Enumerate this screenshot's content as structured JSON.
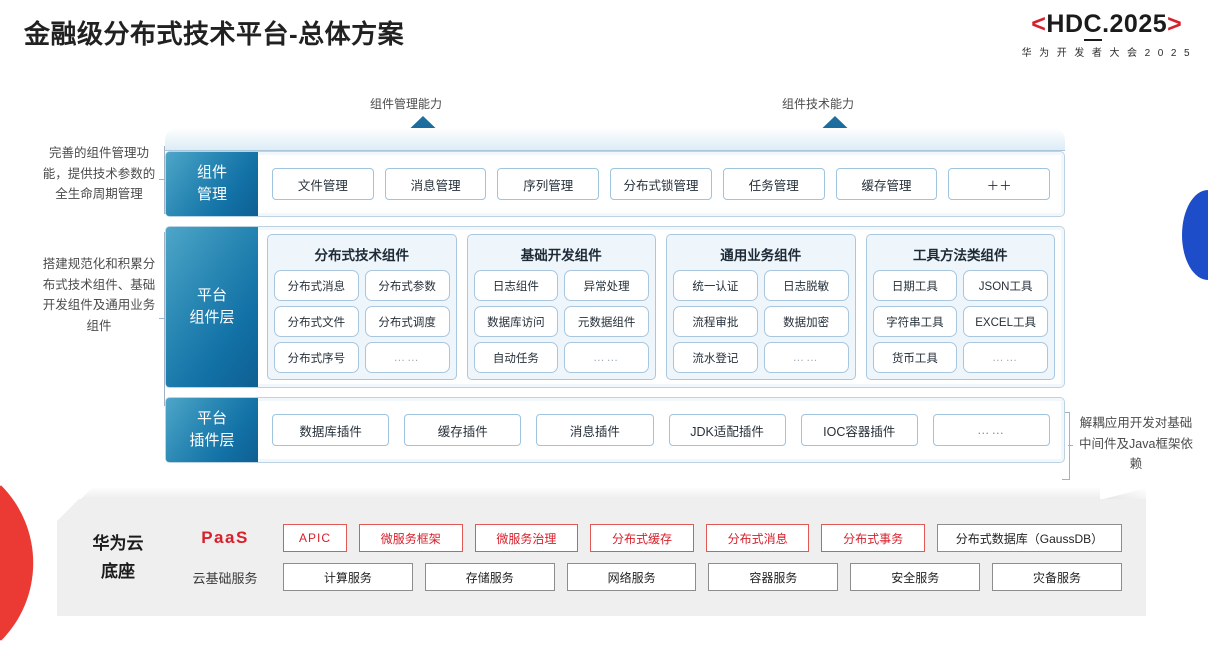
{
  "header": {
    "title": "金融级分布式技术平台-总体方案",
    "logo_left_bracket": "<",
    "logo_text_1": "HD",
    "logo_text_2": "C",
    "logo_text_3": ".2025",
    "logo_right_bracket": ">",
    "logo_subtitle": "华 为 开 发 者 大 会 2 0 2 5"
  },
  "arrows": {
    "left_caption": "组件管理能力",
    "right_caption": "组件技术能力"
  },
  "annotations": {
    "left_top": "完善的组件管理功能，提供技术参数的全生命周期管理",
    "left_bottom": "搭建规范化和积累分布式技术组件、基础开发组件及通用业务组件",
    "right": "解耦应用开发对基础中间件及Java框架依赖"
  },
  "component_management": {
    "label": "组件\n管理",
    "label_line1": "组件",
    "label_line2": "管理",
    "items": [
      "文件管理",
      "消息管理",
      "序列管理",
      "分布式锁管理",
      "任务管理",
      "缓存管理",
      "＋＋"
    ]
  },
  "platform_component_layer": {
    "label_line1": "平台",
    "label_line2": "组件层",
    "groups": [
      {
        "title": "分布式技术组件",
        "cells": [
          "分布式消息",
          "分布式参数",
          "分布式文件",
          "分布式调度",
          "分布式序号",
          "……"
        ]
      },
      {
        "title": "基础开发组件",
        "cells": [
          "日志组件",
          "异常处理",
          "数据库访问",
          "元数据组件",
          "自动任务",
          "……"
        ]
      },
      {
        "title": "通用业务组件",
        "cells": [
          "统一认证",
          "日志脱敏",
          "流程审批",
          "数据加密",
          "流水登记",
          "……"
        ]
      },
      {
        "title": "工具方法类组件",
        "cells": [
          "日期工具",
          "JSON工具",
          "字符串工具",
          "EXCEL工具",
          "货币工具",
          "……"
        ]
      }
    ]
  },
  "platform_plugin_layer": {
    "label_line1": "平台",
    "label_line2": "插件层",
    "items": [
      "数据库插件",
      "缓存插件",
      "消息插件",
      "JDK适配插件",
      "IOC容器插件",
      "……"
    ]
  },
  "cloud_base": {
    "label_line1": "华为云",
    "label_line2": "底座",
    "paas_label": "PaaS",
    "iaas_label": "云基础服务",
    "paas_items": [
      "APIC",
      "微服务框架",
      "微服务治理",
      "分布式缓存",
      "分布式消息",
      "分布式事务",
      "分布式数据库（GaussDB）"
    ],
    "iaas_items": [
      "计算服务",
      "存储服务",
      "网络服务",
      "容器服务",
      "安全服务",
      "灾备服务"
    ]
  },
  "colors": {
    "brand_red": "#d7202c",
    "brand_blue": "#1271a6",
    "accent_blue": "#1e4dc9",
    "panel_gray": "#efefef"
  }
}
